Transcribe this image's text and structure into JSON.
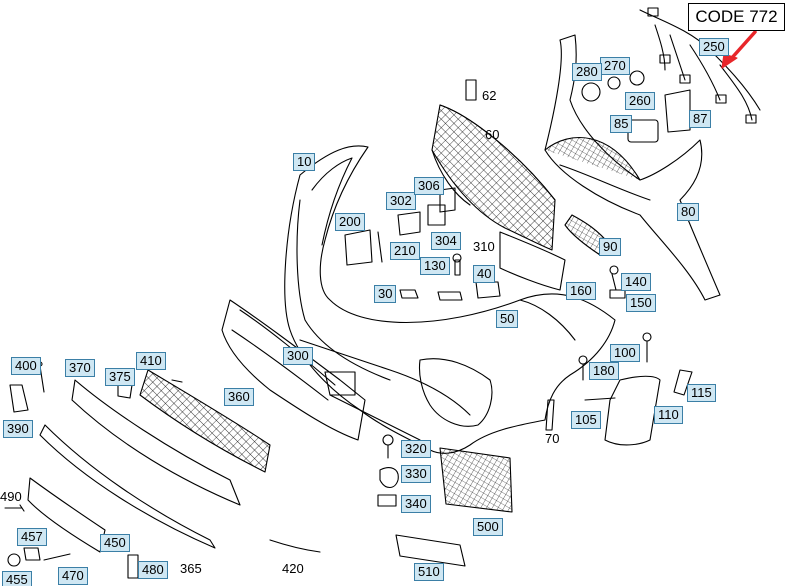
{
  "code_callout": "CODE 772",
  "arrow_color": "#e8262a",
  "box_fill": "#cfe7f3",
  "box_border": "#3b7fa6",
  "parts": [
    {
      "id": "p10",
      "text": "10",
      "boxed": true
    },
    {
      "id": "p30",
      "text": "30",
      "boxed": true
    },
    {
      "id": "p40",
      "text": "40",
      "boxed": true
    },
    {
      "id": "p50",
      "text": "50",
      "boxed": true
    },
    {
      "id": "p60",
      "text": "60",
      "boxed": false
    },
    {
      "id": "p62",
      "text": "62",
      "boxed": false
    },
    {
      "id": "p70",
      "text": "70",
      "boxed": false
    },
    {
      "id": "p80",
      "text": "80",
      "boxed": true
    },
    {
      "id": "p85",
      "text": "85",
      "boxed": true
    },
    {
      "id": "p87",
      "text": "87",
      "boxed": true
    },
    {
      "id": "p90",
      "text": "90",
      "boxed": true
    },
    {
      "id": "p100",
      "text": "100",
      "boxed": true
    },
    {
      "id": "p105",
      "text": "105",
      "boxed": true
    },
    {
      "id": "p110",
      "text": "110",
      "boxed": true
    },
    {
      "id": "p115",
      "text": "115",
      "boxed": true
    },
    {
      "id": "p130",
      "text": "130",
      "boxed": true
    },
    {
      "id": "p140",
      "text": "140",
      "boxed": true
    },
    {
      "id": "p150",
      "text": "150",
      "boxed": true
    },
    {
      "id": "p160",
      "text": "160",
      "boxed": true
    },
    {
      "id": "p180",
      "text": "180",
      "boxed": true
    },
    {
      "id": "p200",
      "text": "200",
      "boxed": true
    },
    {
      "id": "p210",
      "text": "210",
      "boxed": true
    },
    {
      "id": "p250",
      "text": "250",
      "boxed": true
    },
    {
      "id": "p260",
      "text": "260",
      "boxed": true
    },
    {
      "id": "p270",
      "text": "270",
      "boxed": true
    },
    {
      "id": "p280",
      "text": "280",
      "boxed": true
    },
    {
      "id": "p300",
      "text": "300",
      "boxed": true
    },
    {
      "id": "p302",
      "text": "302",
      "boxed": true
    },
    {
      "id": "p304",
      "text": "304",
      "boxed": true
    },
    {
      "id": "p306",
      "text": "306",
      "boxed": true
    },
    {
      "id": "p310",
      "text": "310",
      "boxed": false
    },
    {
      "id": "p320",
      "text": "320",
      "boxed": true
    },
    {
      "id": "p330",
      "text": "330",
      "boxed": true
    },
    {
      "id": "p340",
      "text": "340",
      "boxed": true
    },
    {
      "id": "p360",
      "text": "360",
      "boxed": true
    },
    {
      "id": "p365",
      "text": "365",
      "boxed": false
    },
    {
      "id": "p370",
      "text": "370",
      "boxed": true
    },
    {
      "id": "p375",
      "text": "375",
      "boxed": true
    },
    {
      "id": "p390",
      "text": "390",
      "boxed": true
    },
    {
      "id": "p400",
      "text": "400",
      "boxed": true
    },
    {
      "id": "p410",
      "text": "410",
      "boxed": true
    },
    {
      "id": "p420",
      "text": "420",
      "boxed": false
    },
    {
      "id": "p450",
      "text": "450",
      "boxed": true
    },
    {
      "id": "p455",
      "text": "455",
      "boxed": true
    },
    {
      "id": "p457",
      "text": "457",
      "boxed": true
    },
    {
      "id": "p470",
      "text": "470",
      "boxed": true
    },
    {
      "id": "p480",
      "text": "480",
      "boxed": true
    },
    {
      "id": "p490",
      "text": "490",
      "boxed": false
    },
    {
      "id": "p500",
      "text": "500",
      "boxed": true
    },
    {
      "id": "p510",
      "text": "510",
      "boxed": true
    }
  ]
}
